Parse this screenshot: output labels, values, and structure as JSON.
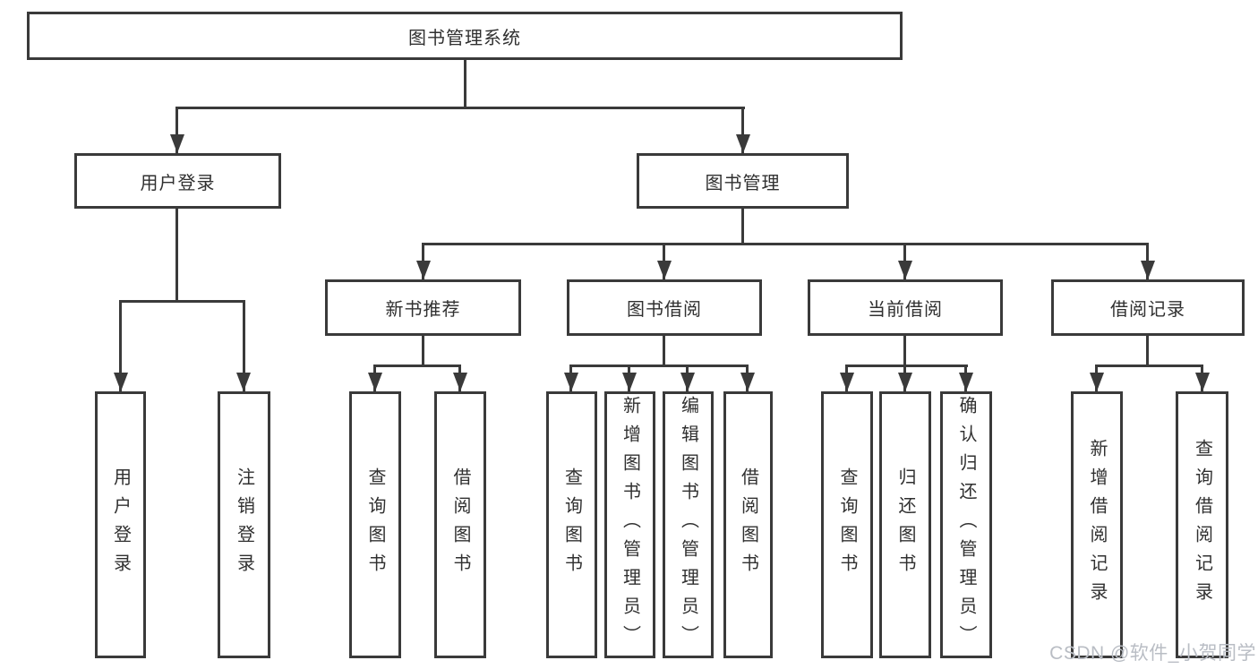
{
  "diagram": {
    "watermark": "CSDN @软件_小贺同学",
    "colors": {
      "line": "#3a3a3a",
      "text": "#303030",
      "background": "#ffffff",
      "watermark": "#b9bdc4"
    },
    "nodes": {
      "root": {
        "label": "图书管理系统"
      },
      "login": {
        "label": "用户登录"
      },
      "mgmt": {
        "label": "图书管理"
      },
      "rec": {
        "label": "新书推荐"
      },
      "borrow": {
        "label": "图书借阅"
      },
      "current": {
        "label": "当前借阅"
      },
      "records": {
        "label": "借阅记录"
      },
      "leaf_user_login": {
        "label": "用户登录"
      },
      "leaf_logout": {
        "label": "注销登录"
      },
      "leaf_rec_query": {
        "label": "查询图书"
      },
      "leaf_rec_borrow": {
        "label": "借阅图书"
      },
      "leaf_bor_query": {
        "label": "查询图书"
      },
      "leaf_bor_add": {
        "label": "新增图书（管理员）"
      },
      "leaf_bor_edit": {
        "label": "编辑图书（管理员）"
      },
      "leaf_bor_borrow": {
        "label": "借阅图书"
      },
      "leaf_cur_query": {
        "label": "查询图书"
      },
      "leaf_cur_return": {
        "label": "归还图书"
      },
      "leaf_cur_confirm": {
        "label": "确认归还（管理员）"
      },
      "leaf_recd_add": {
        "label": "新增借阅记录"
      },
      "leaf_recd_query": {
        "label": "查询借阅记录"
      }
    },
    "edges": [
      [
        "root",
        "login"
      ],
      [
        "root",
        "mgmt"
      ],
      [
        "login",
        "leaf_user_login"
      ],
      [
        "login",
        "leaf_logout"
      ],
      [
        "mgmt",
        "rec"
      ],
      [
        "mgmt",
        "borrow"
      ],
      [
        "mgmt",
        "current"
      ],
      [
        "mgmt",
        "records"
      ],
      [
        "rec",
        "leaf_rec_query"
      ],
      [
        "rec",
        "leaf_rec_borrow"
      ],
      [
        "borrow",
        "leaf_bor_query"
      ],
      [
        "borrow",
        "leaf_bor_add"
      ],
      [
        "borrow",
        "leaf_bor_edit"
      ],
      [
        "borrow",
        "leaf_bor_borrow"
      ],
      [
        "current",
        "leaf_cur_query"
      ],
      [
        "current",
        "leaf_cur_return"
      ],
      [
        "current",
        "leaf_cur_confirm"
      ],
      [
        "records",
        "leaf_recd_add"
      ],
      [
        "records",
        "leaf_recd_query"
      ]
    ]
  }
}
